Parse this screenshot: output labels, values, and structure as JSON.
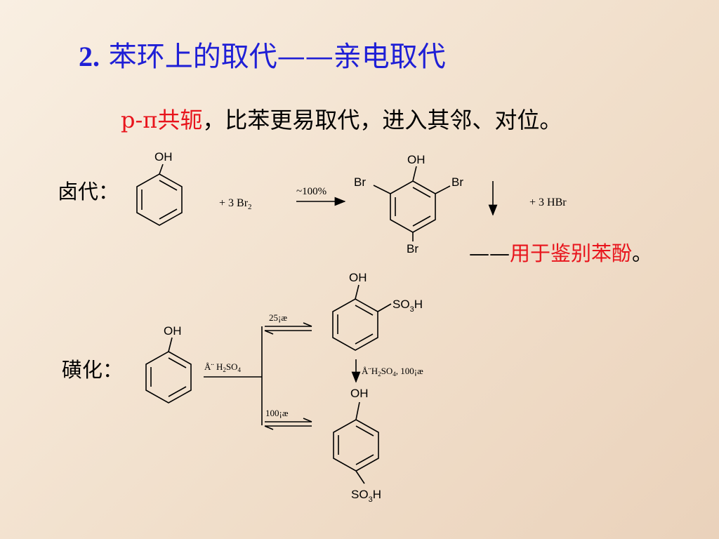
{
  "slide": {
    "title_num": "2.",
    "title_text": "苯环上的取代——亲电取代",
    "subtitle_red": "p-π共轭",
    "subtitle_rest": "，比苯更易取代，进入其邻、对位。",
    "halogenation_label": "卤代：",
    "sulfonation_label": "磺化："
  },
  "halogenation": {
    "oh": "OH",
    "reagent_plus": "+ 3",
    "reagent_br": "Br",
    "reagent_sub": "2",
    "arrow_label": "~100%",
    "br": "Br",
    "byproduct": "+ 3 HBr",
    "note_dash": "——",
    "note_red": "用于鉴别苯酚",
    "note_end": "。"
  },
  "sulfonation": {
    "oh": "OH",
    "so3": "SO",
    "so3_sub": "3",
    "so3_h": "H",
    "reagent_prefix": "Å¨ H",
    "reagent_sub1": "2",
    "reagent_mid": "SO",
    "reagent_sub2": "4",
    "upper_temp": "25¡æ",
    "lower_temp": "100¡æ",
    "vertical_prefix": "Å¨H",
    "vertical_sub1": "2",
    "vertical_mid": "SO",
    "vertical_sub2": "4",
    "vertical_suffix": ", 100¡æ"
  }
}
